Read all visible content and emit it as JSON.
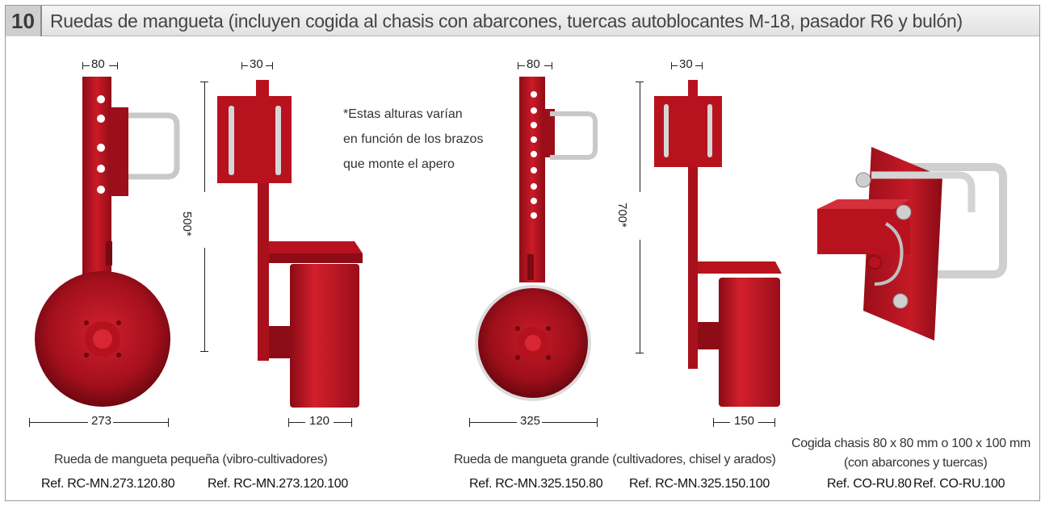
{
  "header": {
    "section_number": "10",
    "title": "Ruedas de mangueta (incluyen cogida al chasis con abarcones, tuercas autoblocantes M-18, pasador R6 y bulón)"
  },
  "small_wheel": {
    "dim_top_width": "80",
    "dim_side_width": "30",
    "dim_height": "500*",
    "dim_diameter": "273",
    "dim_tire_width": "120",
    "caption": "Rueda de mangueta pequeña (vibro-cultivadores)",
    "ref_1": "Ref. RC-MN.273.120.80",
    "ref_2": "Ref. RC-MN.273.120.100"
  },
  "note": {
    "line_1": "*Estas alturas varían",
    "line_2": "en función de los brazos",
    "line_3": "que monte el apero"
  },
  "large_wheel": {
    "dim_top_width": "80",
    "dim_side_width": "30",
    "dim_height": "700*",
    "dim_diameter": "325",
    "dim_tire_width": "150",
    "caption": "Rueda de mangueta grande (cultivadores, chisel y arados)",
    "ref_1": "Ref. RC-MN.325.150.80",
    "ref_2": "Ref. RC-MN.325.150.100"
  },
  "coupling": {
    "caption_1": "Cogida chasis 80 x 80 mm o 100 x 100 mm",
    "caption_2": "(con abarcones y tuercas)",
    "ref_1": "Ref. CO-RU.80",
    "ref_2": "Ref. CO-RU.100"
  },
  "colors": {
    "product_red": "#b8121f",
    "product_dark_red": "#7a0a12",
    "steel": "#c8c8c8"
  }
}
